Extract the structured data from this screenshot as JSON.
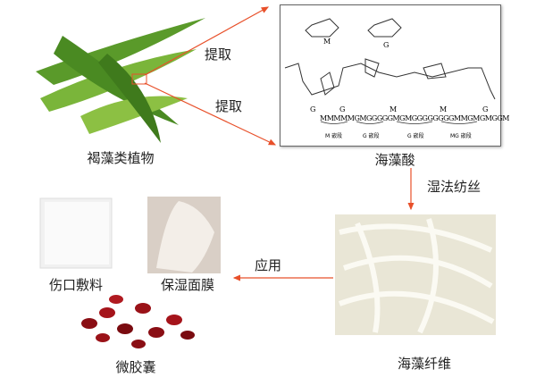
{
  "labels": {
    "seaweed": "褐藻类植物",
    "extract1": "提取",
    "extract2": "提取",
    "alginic_acid": "海藻酸",
    "wet_spinning": "湿法纺丝",
    "fiber": "海藻纤维",
    "application": "应用",
    "wound_dressing": "伤口敷料",
    "mask": "保湿面膜",
    "microcapsule": "微胶囊"
  },
  "structure": {
    "monomer_m": "M",
    "monomer_g": "G",
    "chain_units": [
      "G",
      "G",
      "M",
      "M",
      "G"
    ],
    "sequence": "MMMMMGMGGGGGMGMGGGGGGGGMMGMGMGGM",
    "blocks": [
      "M 嵌段",
      "G 嵌段",
      "G 嵌段",
      "MG 嵌段"
    ]
  },
  "colors": {
    "arrow": "#e8502a"
  }
}
